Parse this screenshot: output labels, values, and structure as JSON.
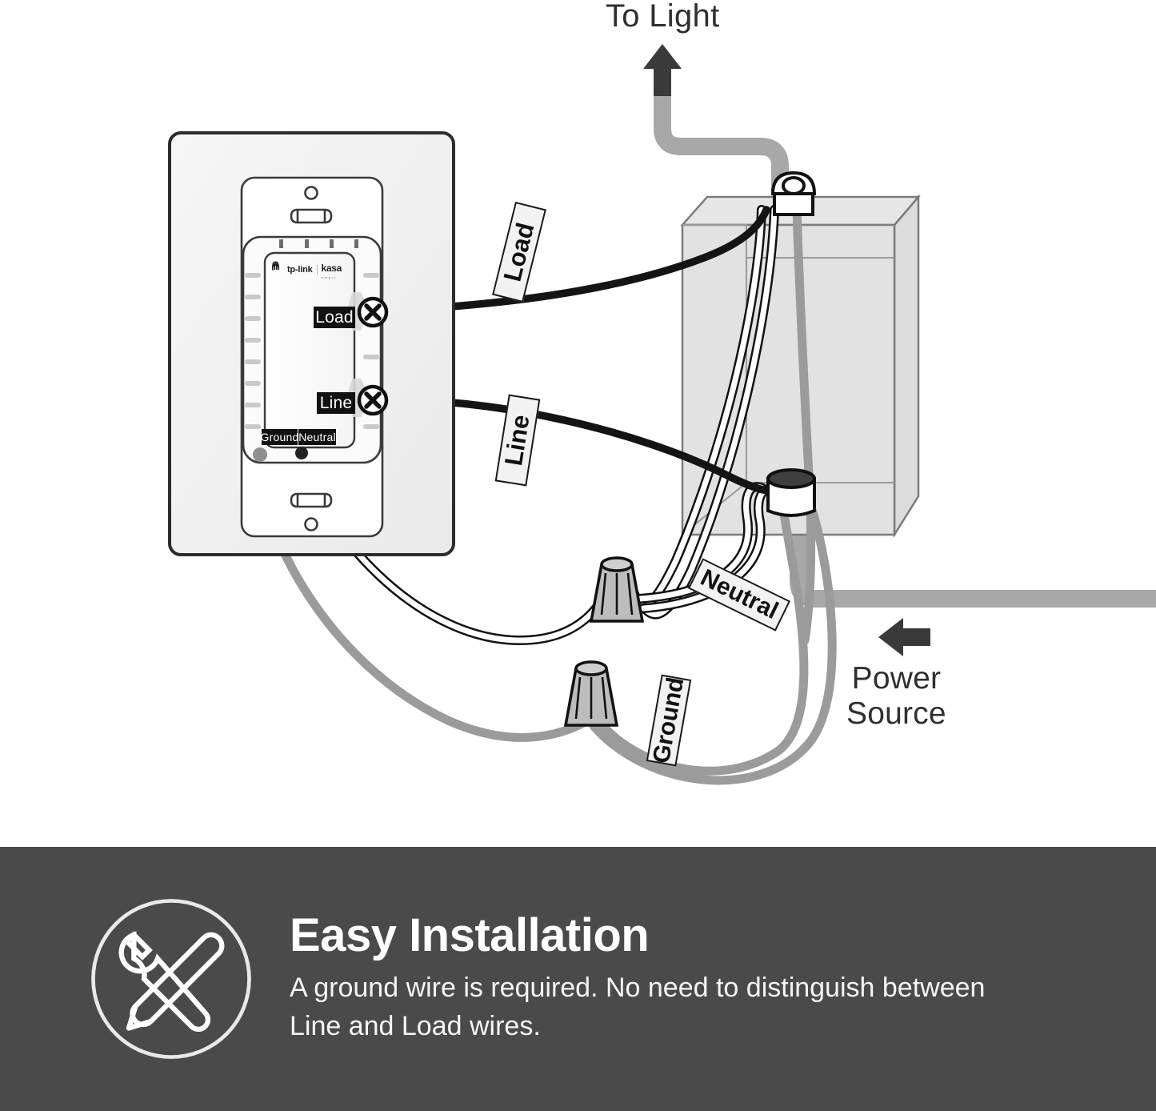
{
  "diagram": {
    "title_to_light": "To Light",
    "power_source": "Power\nSource",
    "power_source_line1": "Power",
    "power_source_line2": "Source",
    "wire_tags": {
      "load": "Load",
      "line": "Line",
      "neutral": "Neutral",
      "ground": "Ground"
    },
    "device": {
      "brand_primary": "tp-link",
      "brand_secondary": "kasa",
      "brand_secondary_sub": "smart",
      "terminals": {
        "load": "Load",
        "line": "Line",
        "ground": "Ground",
        "neutral": "Neutral"
      },
      "led_count": 4
    },
    "colors": {
      "wire_hot": "#141414",
      "wire_ground": "#9b9b9b",
      "wire_neutral": "#ffffff",
      "box_fill": "#e0e0e0",
      "box_stroke": "#7c7c7c",
      "cable_sheath": "#a8a8a8",
      "arrow": "#3a3a3a",
      "wallplate": "#f0f0f0"
    }
  },
  "banner": {
    "icon": "wrench-screwdriver-icon",
    "title": "Easy Installation",
    "subtitle": "A ground wire is required. No need to distinguish between Line and Load wires.",
    "background": "#4a4a4a"
  }
}
